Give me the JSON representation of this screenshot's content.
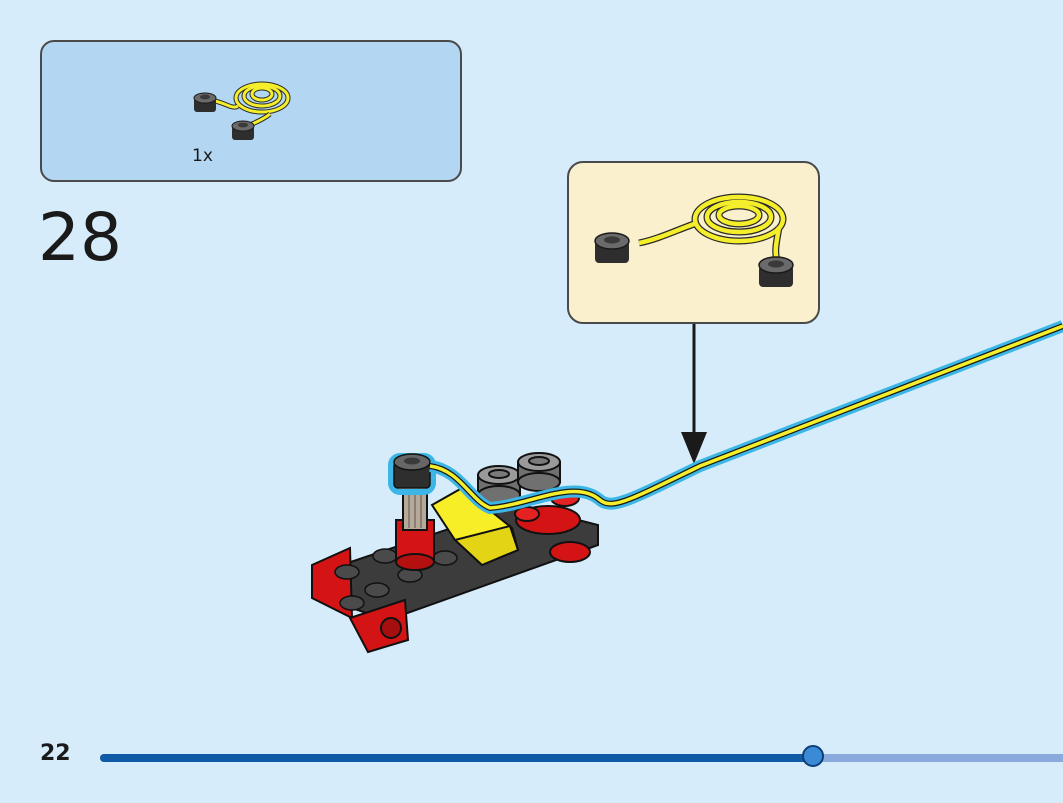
{
  "parts_list": {
    "quantity": "1x",
    "part_icon": "string-with-two-round-ends-icon"
  },
  "step": {
    "number": "28"
  },
  "callout": {
    "part_icon": "string-with-two-round-ends-icon"
  },
  "footer": {
    "page_number": "22",
    "progress": 0.74
  },
  "colors": {
    "background": "#d6ecfb",
    "parts_box": "#b3d7f2",
    "callout_box": "#fbf0cd",
    "string_yellow": "#f5ee2a",
    "string_highlight": "#3bb6e6",
    "brick_red": "#d41414",
    "plate_dark": "#3c3c3c",
    "progress_fill": "#0f5ba8",
    "progress_track": "#8aa9dc"
  }
}
